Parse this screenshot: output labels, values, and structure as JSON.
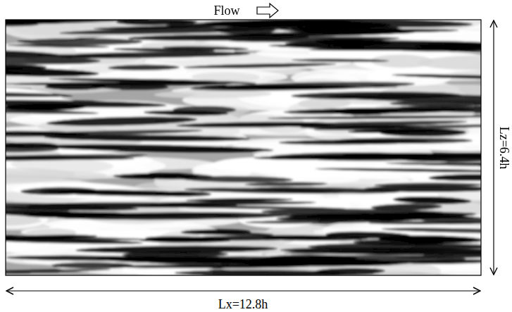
{
  "diagram": {
    "labels": [
      "Flow",
      "Lx=12.8h",
      "Lz=6.4h"
    ]
  }
}
